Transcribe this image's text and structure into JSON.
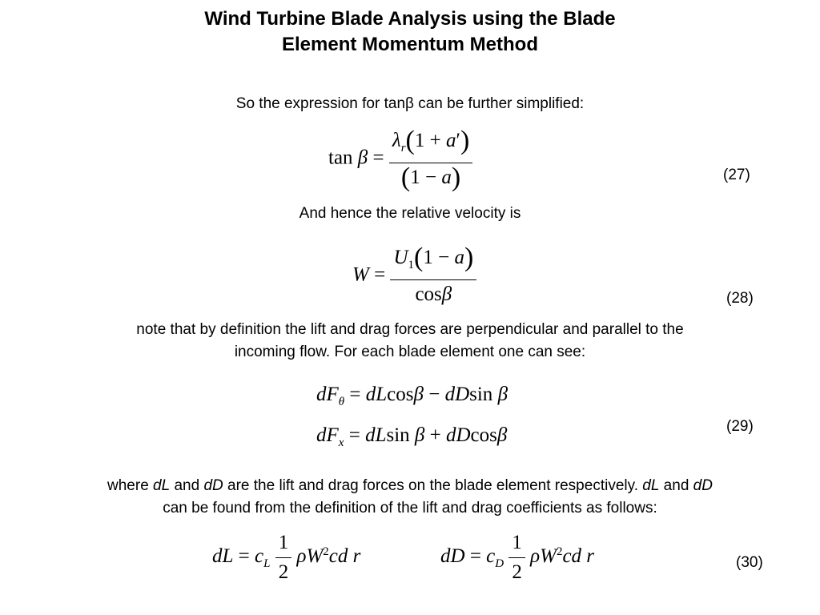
{
  "title": {
    "line1": "Wind Turbine Blade Analysis using the Blade",
    "line2": "Element Momentum Method"
  },
  "intro_text": "So the expression for tanβ can be further simplified:",
  "velocity_text": "And hence the relative velocity is",
  "note_text": {
    "line1": "note that by definition the lift and drag forces are perpendicular and parallel to the",
    "line2": "incoming flow. For each blade element one can see:"
  },
  "where_text": {
    "p1": "where ",
    "dL": "dL",
    "p2": " and ",
    "dD": "dD",
    "p3": " are the lift and drag forces on the blade element respectively. ",
    "dL2": "dL",
    "p4": " and ",
    "dD2": "dD",
    "line2": "can be found from the definition of the lift and drag coefficients as follows:"
  },
  "equation_numbers": {
    "eq27": "(27)",
    "eq28": "(28)",
    "eq29": "(29)",
    "eq30": "(30)"
  }
}
